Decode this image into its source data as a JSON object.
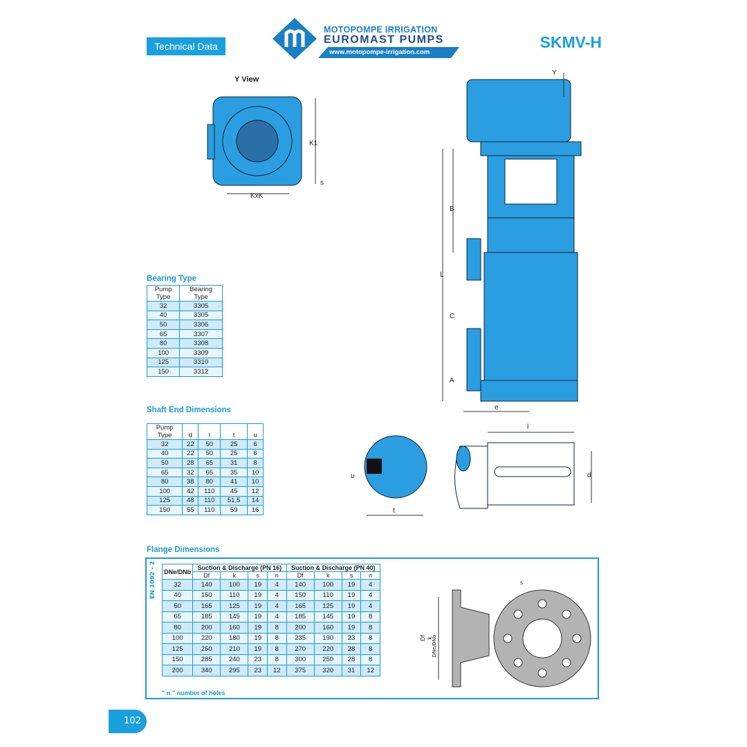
{
  "header": {
    "section_label": "Technical Data",
    "model": "SKMV-H",
    "logo": {
      "line1": "MOTOPOMPE IRRIGATION",
      "line2": "EUROMAST PUMPS",
      "url": "www.motopompe-irrigation.com"
    }
  },
  "drawings": {
    "y_view_title": "Y View",
    "y_view_labels": {
      "k1": "K1",
      "s": "s",
      "kxk": "KxK"
    },
    "pump_labels": {
      "y": "Y",
      "b": "B",
      "l": "L",
      "c": "C",
      "a": "A",
      "e": "e"
    },
    "shaft_labels": {
      "u": "u",
      "t": "t",
      "l": "l",
      "d": "d"
    },
    "flange_labels": {
      "s": "s",
      "df": "Df",
      "k": "k",
      "dne": "DNe/DNb"
    }
  },
  "bearing": {
    "title": "Bearing Type",
    "headers": [
      "Pump\nType",
      "Bearing\nType"
    ],
    "rows": [
      [
        "32",
        "3305"
      ],
      [
        "40",
        "3305"
      ],
      [
        "50",
        "3306"
      ],
      [
        "65",
        "3307"
      ],
      [
        "80",
        "3308"
      ],
      [
        "100",
        "3309"
      ],
      [
        "125",
        "3310"
      ],
      [
        "150",
        "3312"
      ]
    ]
  },
  "shaft": {
    "title": "Shaft End Dimensions",
    "headers": [
      "Pump\nType",
      "d",
      "l",
      "t",
      "u"
    ],
    "rows": [
      [
        "32",
        "22",
        "50",
        "25",
        "6"
      ],
      [
        "40",
        "22",
        "50",
        "25",
        "6"
      ],
      [
        "50",
        "28",
        "65",
        "31",
        "8"
      ],
      [
        "65",
        "32",
        "65",
        "35",
        "10"
      ],
      [
        "80",
        "38",
        "80",
        "41",
        "10"
      ],
      [
        "100",
        "42",
        "110",
        "45",
        "12"
      ],
      [
        "125",
        "48",
        "110",
        "51,5",
        "14"
      ],
      [
        "150",
        "55",
        "110",
        "59",
        "16"
      ]
    ]
  },
  "flange": {
    "title": "Flange Dimensions",
    "standard": "EN 1092 - 2",
    "col_main": "DNe/DNb",
    "group1": "Suction & Discharge (PN 16)",
    "group2": "Suction & Discharge (PN 40)",
    "sub": [
      "Df",
      "k",
      "s",
      "n",
      "Df",
      "k",
      "s",
      "n"
    ],
    "rows": [
      [
        "32",
        "140",
        "100",
        "19",
        "4",
        "140",
        "100",
        "19",
        "4"
      ],
      [
        "40",
        "150",
        "110",
        "19",
        "4",
        "150",
        "110",
        "19",
        "4"
      ],
      [
        "50",
        "165",
        "125",
        "19",
        "4",
        "165",
        "125",
        "19",
        "4"
      ],
      [
        "65",
        "185",
        "145",
        "19",
        "4",
        "185",
        "145",
        "19",
        "8"
      ],
      [
        "80",
        "200",
        "160",
        "19",
        "8",
        "200",
        "160",
        "19",
        "8"
      ],
      [
        "100",
        "220",
        "180",
        "19",
        "8",
        "235",
        "190",
        "23",
        "8"
      ],
      [
        "125",
        "250",
        "210",
        "19",
        "8",
        "270",
        "220",
        "28",
        "8"
      ],
      [
        "150",
        "285",
        "240",
        "23",
        "8",
        "300",
        "250",
        "28",
        "8"
      ],
      [
        "200",
        "340",
        "295",
        "23",
        "12",
        "375",
        "320",
        "31",
        "12"
      ]
    ],
    "note": "\" n \" number of holes"
  },
  "page_number": "102",
  "colors": {
    "accent": "#1aa0dd",
    "pump_blue": "#2a9ee0"
  }
}
